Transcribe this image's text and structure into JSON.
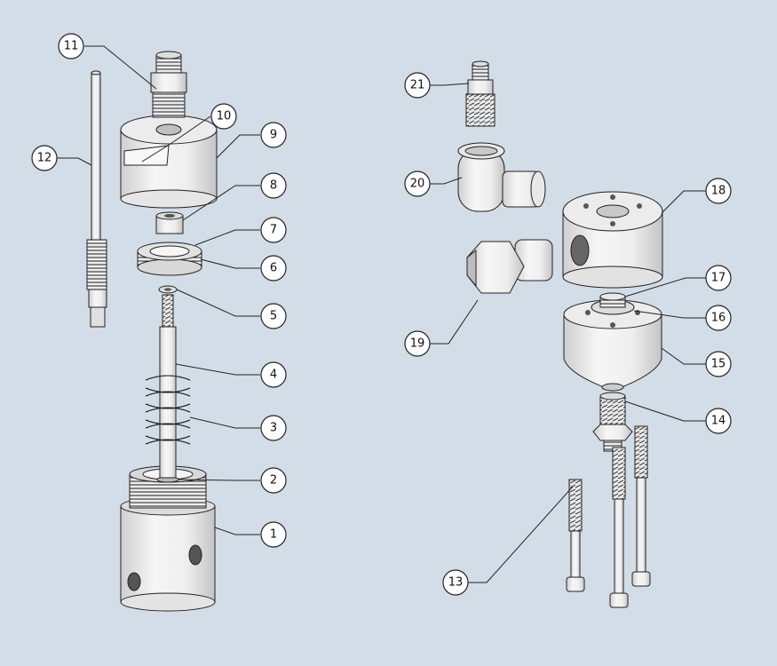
{
  "diagram": {
    "type": "exploded-assembly",
    "colors": {
      "background": "#d3dde8",
      "part_fill": "#f2f2f2",
      "part_shade": "#cfcfcf",
      "line": "#222222",
      "callout_fill": "#ffffff"
    },
    "callouts": [
      {
        "id": "c1",
        "label": "1"
      },
      {
        "id": "c2",
        "label": "2"
      },
      {
        "id": "c3",
        "label": "3"
      },
      {
        "id": "c4",
        "label": "4"
      },
      {
        "id": "c5",
        "label": "5"
      },
      {
        "id": "c6",
        "label": "6"
      },
      {
        "id": "c7",
        "label": "7"
      },
      {
        "id": "c8",
        "label": "8"
      },
      {
        "id": "c9",
        "label": "9"
      },
      {
        "id": "c10",
        "label": "10"
      },
      {
        "id": "c11",
        "label": "11"
      },
      {
        "id": "c12",
        "label": "12"
      },
      {
        "id": "c13",
        "label": "13"
      },
      {
        "id": "c14",
        "label": "14"
      },
      {
        "id": "c15",
        "label": "15"
      },
      {
        "id": "c16",
        "label": "16"
      },
      {
        "id": "c17",
        "label": "17"
      },
      {
        "id": "c18",
        "label": "18"
      },
      {
        "id": "c19",
        "label": "19"
      },
      {
        "id": "c20",
        "label": "20"
      },
      {
        "id": "c21",
        "label": "21"
      }
    ]
  }
}
